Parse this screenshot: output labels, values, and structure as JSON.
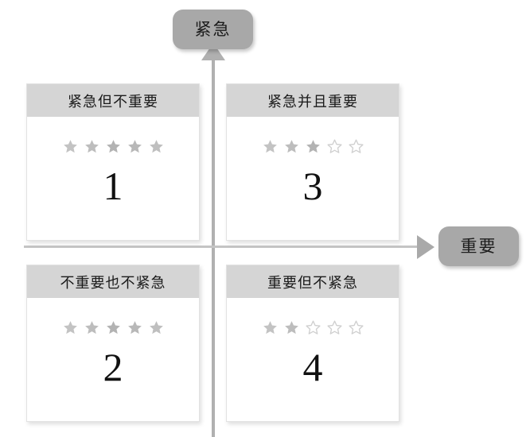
{
  "axes": {
    "vertical_label": "紧急",
    "horizontal_label": "重要",
    "vertical_arrow": "arrow-up-icon",
    "horizontal_arrow": "arrow-right-icon"
  },
  "colors": {
    "pill_bg": "#a8a8a8",
    "card_header_bg": "#d5d5d5",
    "card_bg": "#ffffff",
    "axis": "#b0b0b0",
    "star_filled": "#b5b5b5",
    "star_empty_stroke": "#cfcfcf",
    "number_color": "#111111"
  },
  "quadrants": [
    {
      "position": "top-left",
      "title": "紧急但不重要",
      "stars_filled": 5,
      "stars_total": 5,
      "number": "1"
    },
    {
      "position": "top-right",
      "title": "紧急并且重要",
      "stars_filled": 3,
      "stars_total": 5,
      "number": "3"
    },
    {
      "position": "bottom-left",
      "title": "不重要也不紧急",
      "stars_filled": 5,
      "stars_total": 5,
      "number": "2"
    },
    {
      "position": "bottom-right",
      "title": "重要但不紧急",
      "stars_filled": 2,
      "stars_total": 5,
      "number": "4"
    }
  ]
}
